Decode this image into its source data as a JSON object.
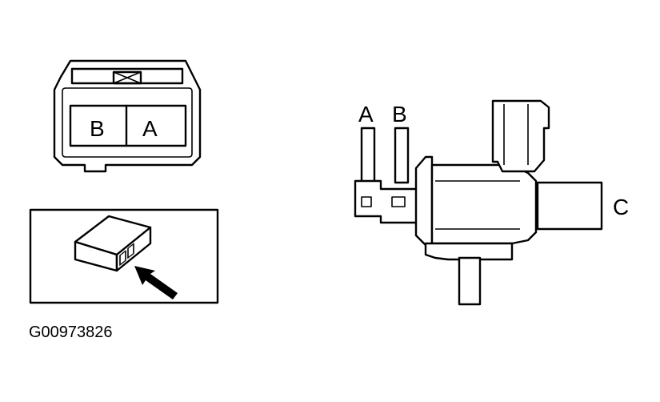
{
  "connector_face": {
    "pin_b": "B",
    "pin_a": "A"
  },
  "solenoid_ports": {
    "port_a": "A",
    "port_b": "B",
    "port_c": "C"
  },
  "figure_id": "G00973826"
}
